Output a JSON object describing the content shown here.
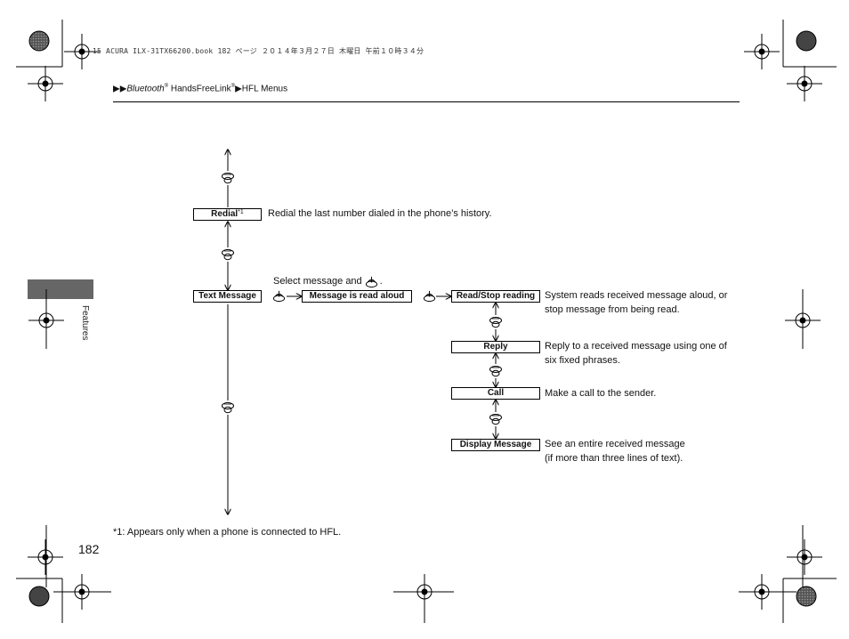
{
  "print_info": "15 ACURA ILX-31TX66200.book  182 ページ  ２０１４年３月２７日  木曜日  午前１０時３４分",
  "breadcrumb": {
    "arrows": "▶▶",
    "item1": "Bluetooth",
    "reg1": "®",
    "item2": " HandsFreeLink",
    "reg2": "®",
    "sep": "▶",
    "item3": "HFL Menus"
  },
  "side_tab": {
    "label": "Features"
  },
  "menu": {
    "redial": {
      "label": "Redial",
      "note": "*1",
      "desc": "Redial the last number dialed in the phone’s history."
    },
    "text_message": {
      "label": "Text Message"
    },
    "select_hint": "Select message and",
    "select_hint_end": ".",
    "message_read_aloud": {
      "label": "Message is read aloud"
    },
    "read_stop": {
      "label": "Read/Stop reading",
      "desc_line1": "System reads received message aloud, or",
      "desc_line2": "stop message from being read."
    },
    "reply": {
      "label": "Reply",
      "desc_line1": "Reply to a received message using one of",
      "desc_line2": "six fixed phrases."
    },
    "call": {
      "label": "Call",
      "desc": "Make a call to the sender."
    },
    "display_message": {
      "label": "Display Message",
      "desc_line1": "See an entire received message",
      "desc_line2": "(if more than three lines of text)."
    }
  },
  "footnote": "*1: Appears only when a phone is connected to HFL.",
  "page_number": "182"
}
